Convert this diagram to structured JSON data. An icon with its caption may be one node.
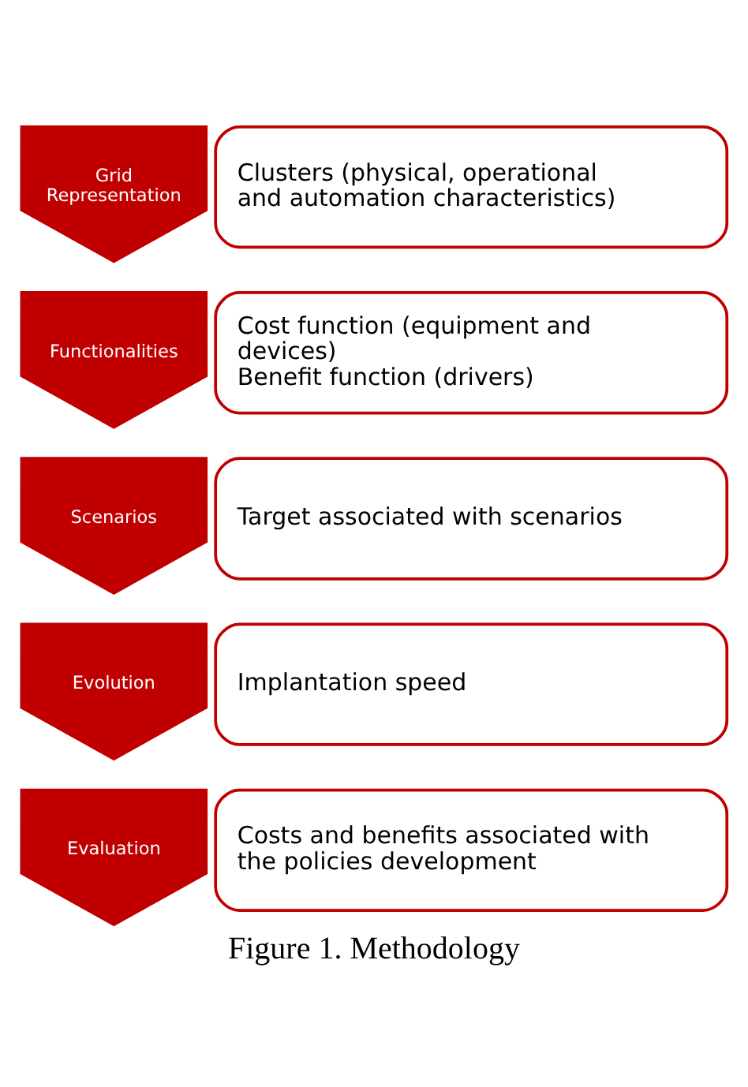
{
  "diagram": {
    "caption": "Figure 1. Methodology",
    "nodes": [
      {
        "text": [
          "Grid Representation"
        ]
      },
      {
        "text": [
          "Clusters (physical, operational and automation characteristics)"
        ]
      },
      {
        "text": [
          "Functionalities"
        ]
      },
      {
        "text": [
          "Cost function (equipment and devices)",
          "Benefit function (drivers)"
        ]
      },
      {
        "text": [
          "Scenarios"
        ]
      },
      {
        "text": [
          "Target associated with scenarios"
        ]
      },
      {
        "text": [
          "Evolution"
        ]
      },
      {
        "text": [
          "Implantation speed"
        ]
      },
      {
        "text": [
          "Evaluation"
        ]
      },
      {
        "text": [
          "Costs and benefits associated with the policies development"
        ]
      }
    ]
  }
}
